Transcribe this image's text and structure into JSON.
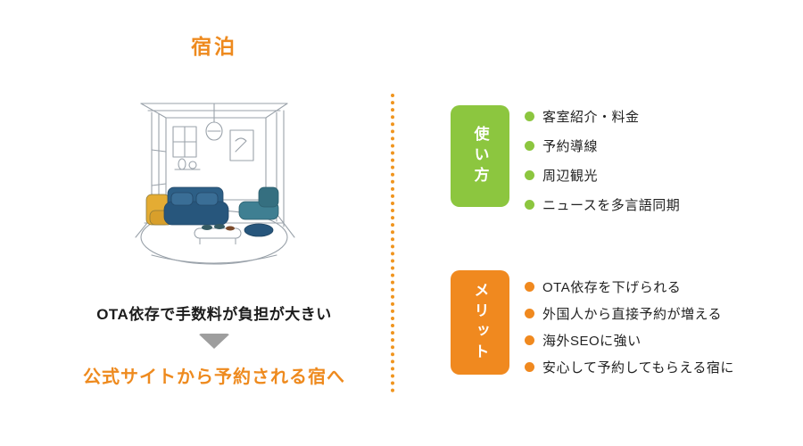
{
  "page": {
    "title": "宿泊"
  },
  "left_panel": {
    "illustration_name": "japanese-room-interior-illustration",
    "problem_text": "OTA依存で手数料が負担が大きい",
    "solution_text": "公式サイトから予約される宿へ"
  },
  "right_panel": {
    "sections": [
      {
        "label": "使い方",
        "accent_color": "#8CC63F",
        "items": [
          "客室紹介・料金",
          "予約導線",
          "周辺観光",
          "ニュースを多言語同期"
        ]
      },
      {
        "label": "メリット",
        "accent_color": "#F0891F",
        "items": [
          "OTA依存を下げられる",
          "外国人から直接予約が増える",
          "海外SEOに強い",
          "安心して予約してもらえる宿に"
        ]
      }
    ]
  },
  "colors": {
    "accent_orange": "#F0891F",
    "accent_green": "#8CC63F",
    "arrow_gray": "#9E9E9E",
    "text_dark": "#1C1C1C",
    "illustration_blue": "#2D5F86",
    "illustration_yellow": "#E4AC33",
    "illustration_teal": "#3F7F92"
  }
}
